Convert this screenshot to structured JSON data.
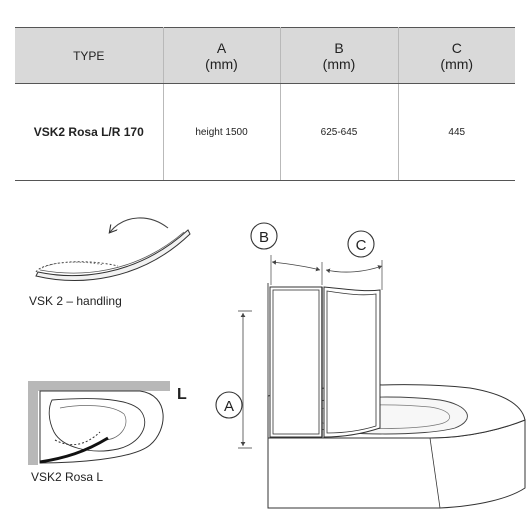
{
  "table": {
    "headers": [
      {
        "line1": "TYPE",
        "line2": ""
      },
      {
        "line1": "A",
        "line2": "(mm)"
      },
      {
        "line1": "B",
        "line2": "(mm)"
      },
      {
        "line1": "C",
        "line2": "(mm)"
      }
    ],
    "rows": [
      {
        "model": "VSK2 Rosa L/R 170",
        "a": "height 1500",
        "b": "625-645",
        "c": "445"
      }
    ]
  },
  "captions": {
    "handling": "VSK 2 – handling",
    "plan": "VSK2 Rosa L"
  },
  "markers": {
    "a": "A",
    "b": "B",
    "c": "C",
    "side": "L"
  }
}
